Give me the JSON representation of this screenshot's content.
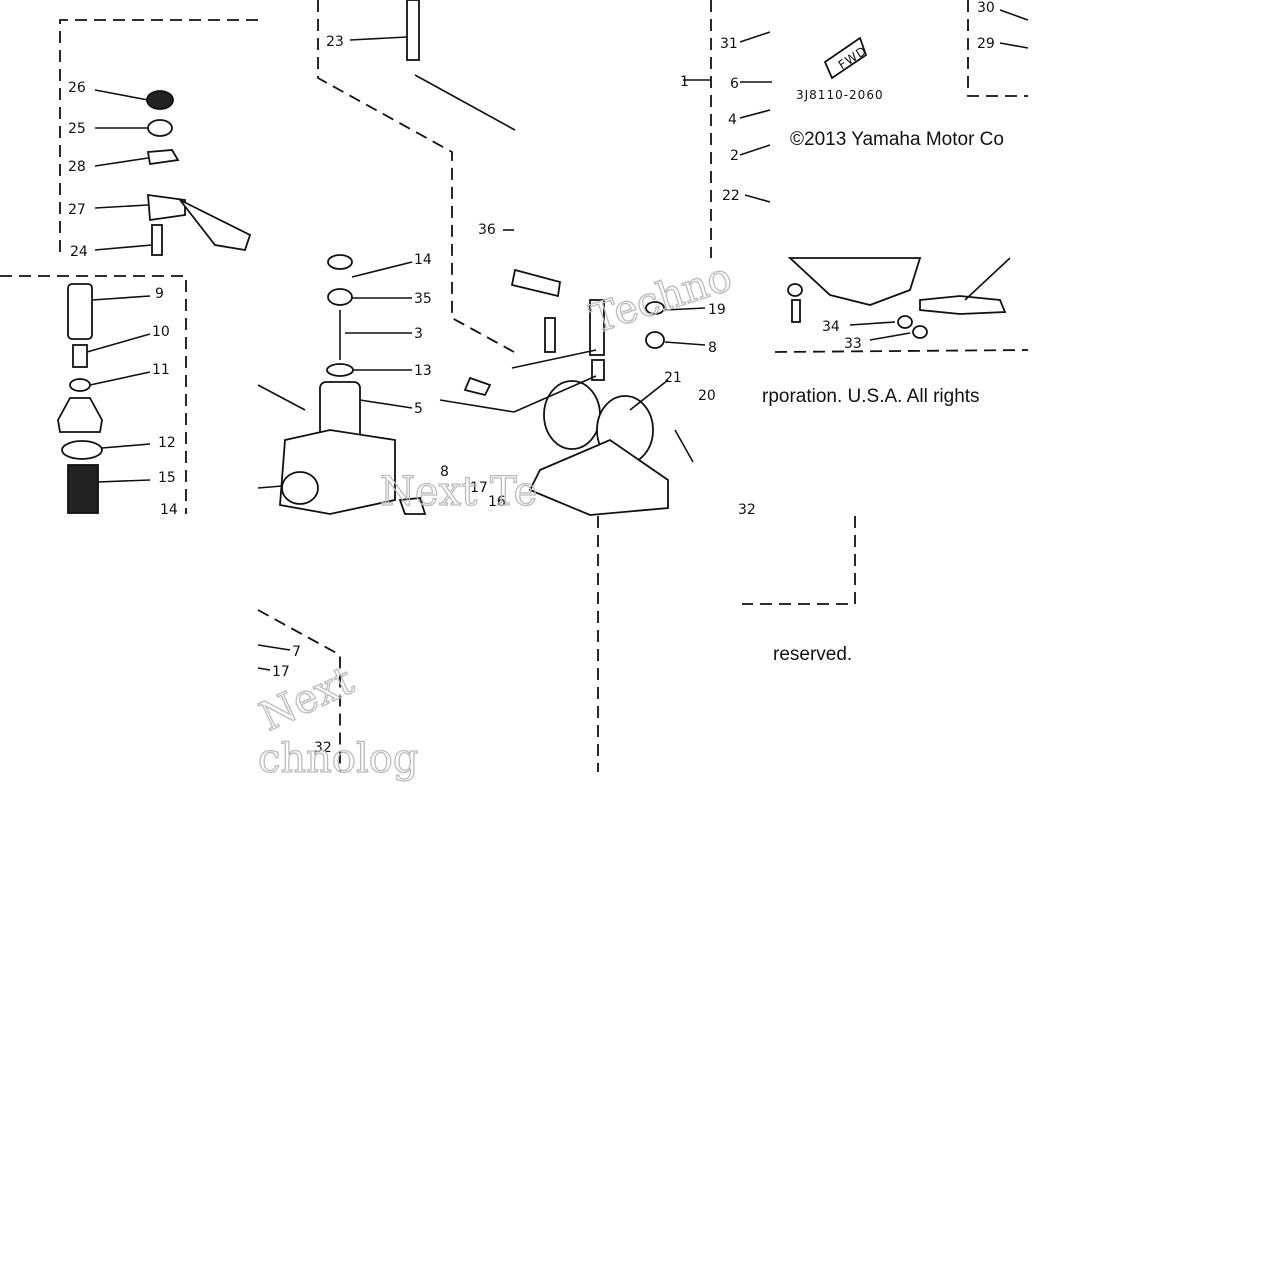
{
  "labels": {
    "p1": "1",
    "p2": "2",
    "p3": "3",
    "p4": "4",
    "p5": "5",
    "p6": "6",
    "p7": "7",
    "p8a": "8",
    "p8b": "8",
    "p9": "9",
    "p10": "10",
    "p11": "11",
    "p12": "12",
    "p13": "13",
    "p14a": "14",
    "p14b": "14",
    "p15": "15",
    "p16": "16",
    "p17a": "17",
    "p17b": "17",
    "p19": "19",
    "p20": "20",
    "p21": "21",
    "p22": "22",
    "p23": "23",
    "p24": "24",
    "p25": "25",
    "p26": "26",
    "p27": "27",
    "p28": "28",
    "p29": "29",
    "p30": "30",
    "p31": "31",
    "p32a": "32",
    "p32b": "32",
    "p33": "33",
    "p34": "34",
    "p35": "35",
    "p36": "36"
  },
  "fwd_badge": "FWD",
  "diagram_code": "3J8110-2060",
  "copyright": {
    "line1": "©2013 Yamaha Motor Co",
    "line2": "rporation. U.S.A. All rights",
    "line3": "reserved."
  },
  "watermarks": {
    "w1": "Techno",
    "w2": "Next Te",
    "w3": "Next",
    "w4": "chnolog"
  }
}
